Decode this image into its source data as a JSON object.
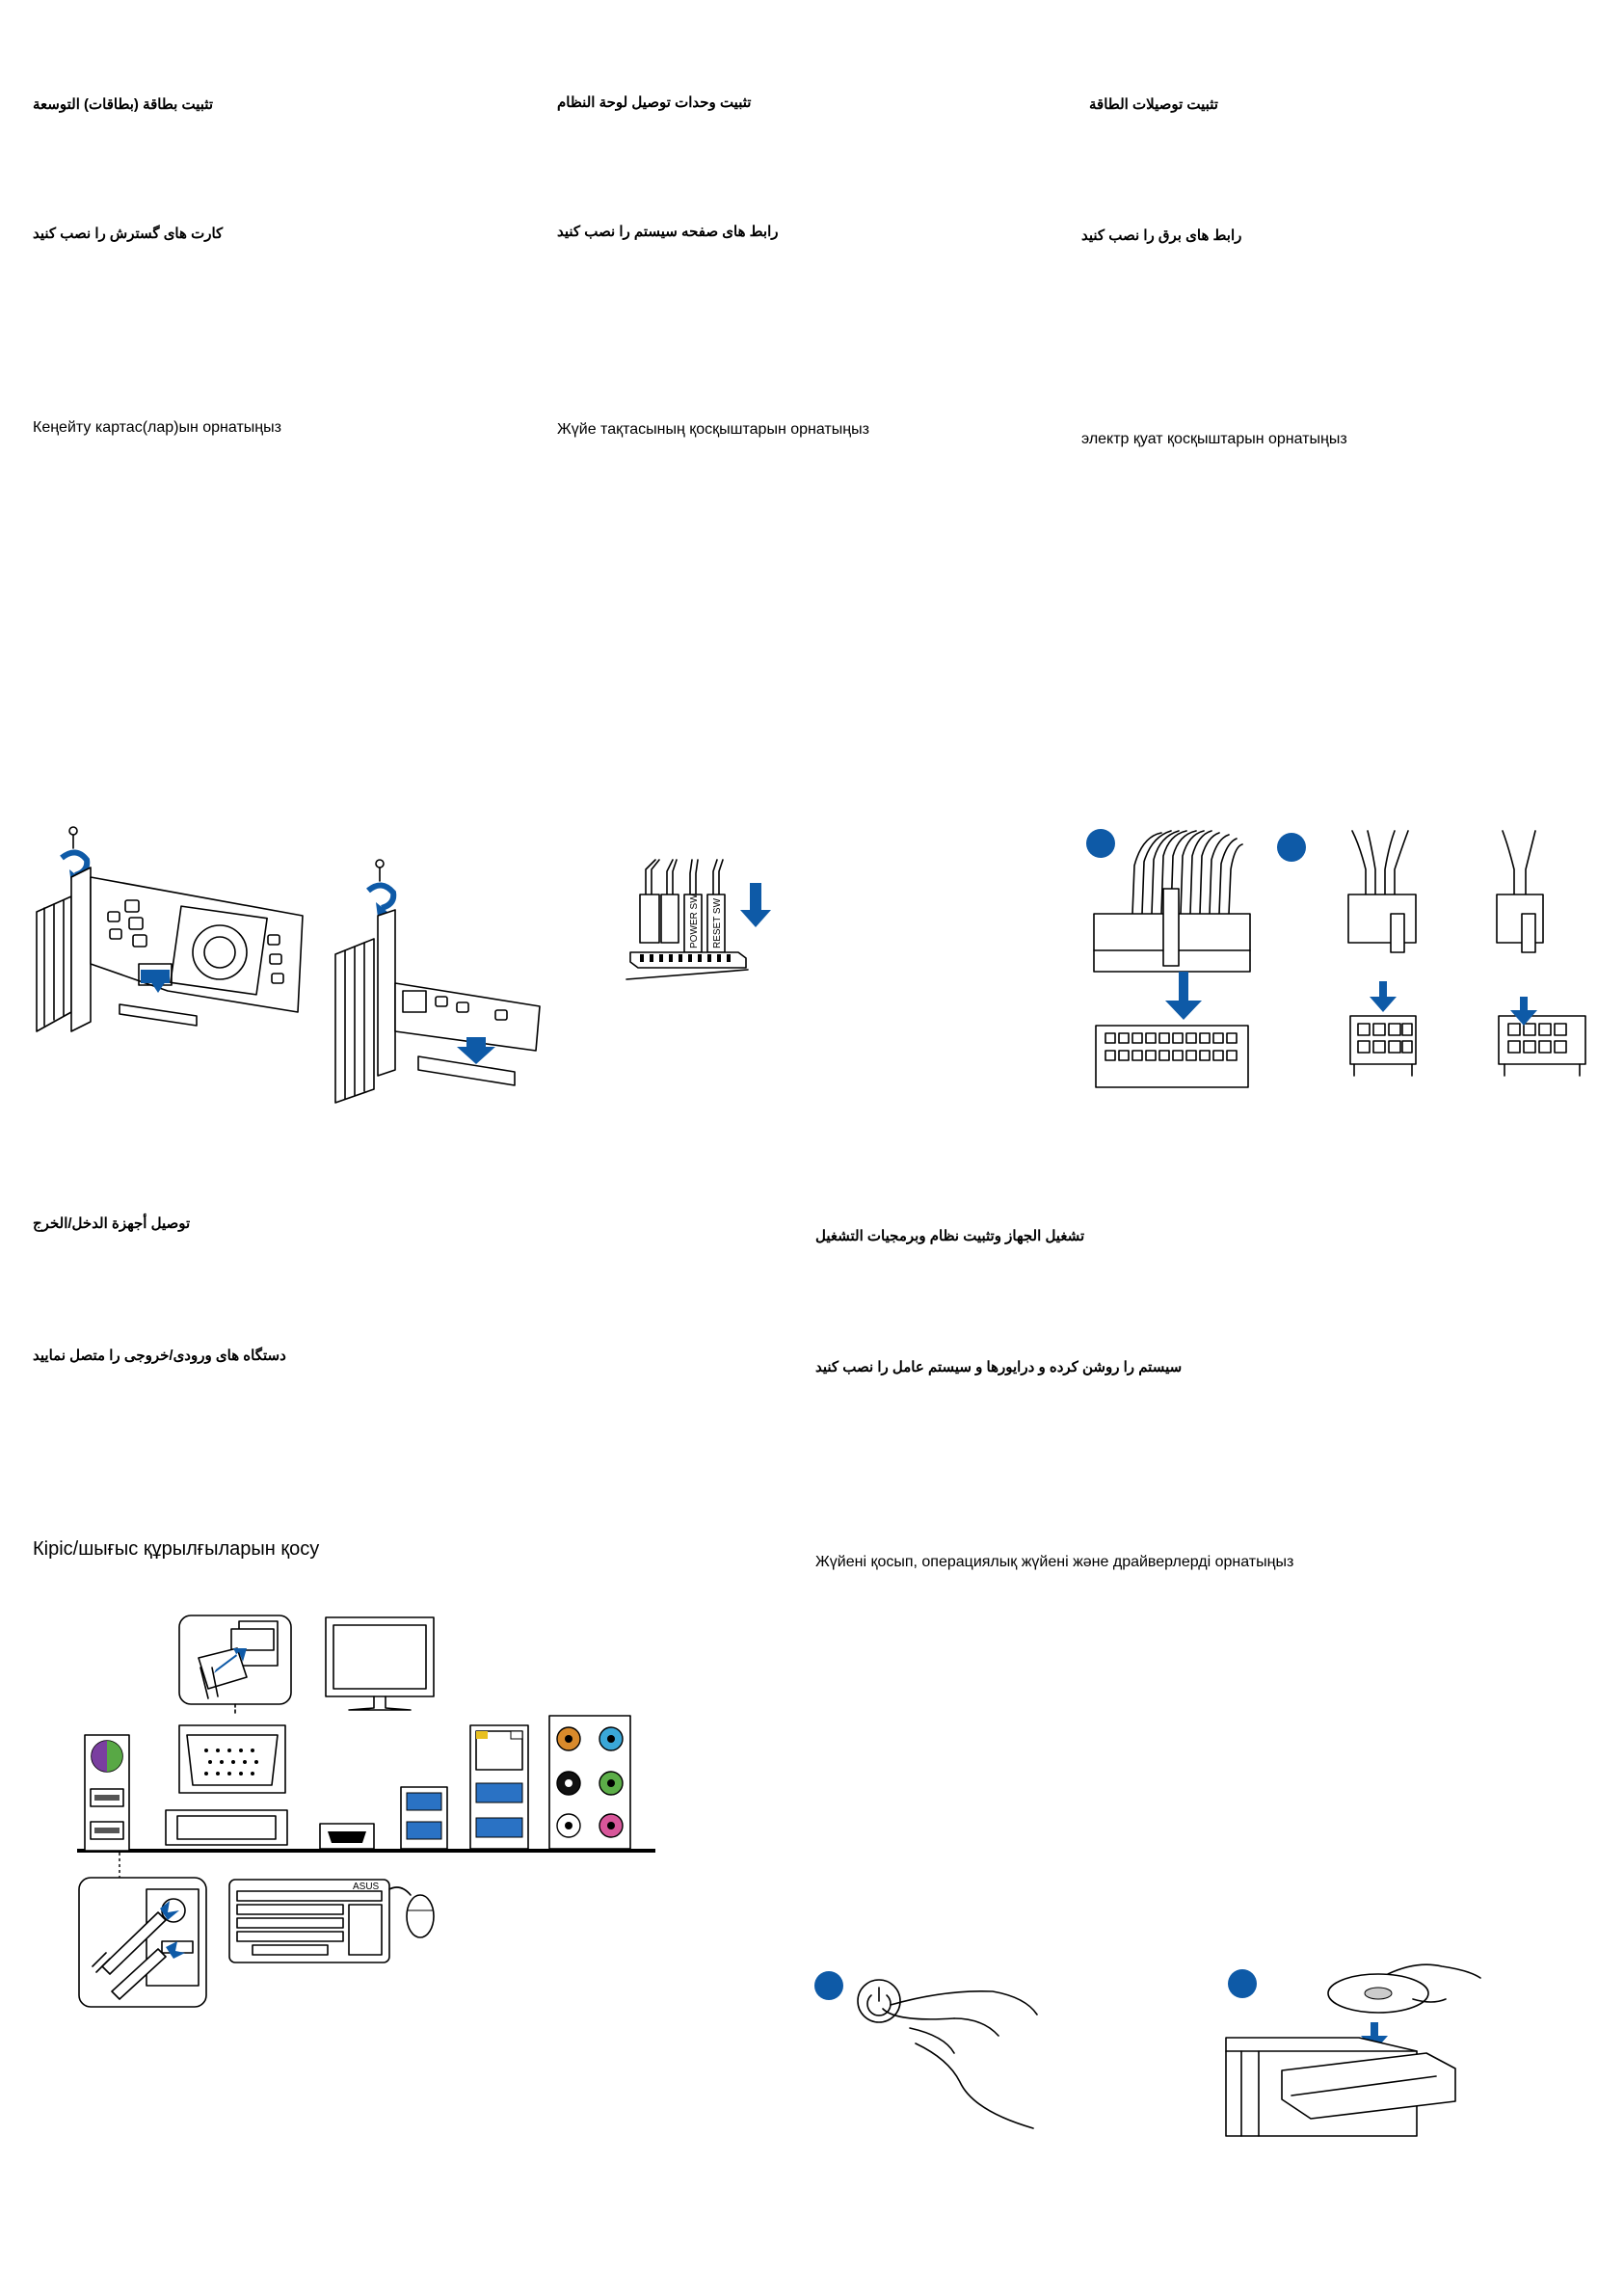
{
  "columns": {
    "expansion": {
      "arabic": "تثبيت بطاقة (بطاقات) التوسعة",
      "persian": "کارت های گسترش را نصب کنید",
      "kazakh": "Кеңейту картас(лар)ын орнатыңыз"
    },
    "panel": {
      "arabic": "تثبيت وحدات توصيل لوحة النظام",
      "persian": "رابط های صفحه سیستم را نصب کنید",
      "kazakh": "Жүйе тақтасының қосқыштарын орнатыңыз",
      "pin_labels": [
        "POWER SW",
        "RESET SW"
      ]
    },
    "power": {
      "arabic": "تثبيت توصيلات الطاقة",
      "persian": "رابط های برق را نصب کنید",
      "kazakh": "электр қуат қосқыштарын орнатыңыз"
    },
    "io": {
      "arabic": "توصيل أجهزة الدخل/الخرج",
      "persian": "دستگاه های ورودی/خروجی را متصل نمایید",
      "kazakh": "Кіріс/шығыс құрылғыларын қосу",
      "brand": "ASUS"
    },
    "boot": {
      "arabic": "تشغيل الجهاز وتثبيت نظام وبرمجيات التشغيل",
      "persian": "سیستم را روشن کرده و درایورها و سیستم عامل را نصب کنید",
      "kazakh": "Жүйені қосып, операциялық жүйені және драйверлерді орнатыңыз"
    }
  },
  "colors": {
    "accent_blue": "#0e5aa7",
    "audio_orange": "#d98a2b",
    "audio_blue": "#3aa7d8",
    "audio_green": "#5cae48",
    "audio_pink": "#d8569a",
    "ps2_purple": "#7a3fa0",
    "ps2_green": "#58a845",
    "lan_yellow": "#e8c020"
  },
  "icons": [
    "screw-icon",
    "rotate-arrow-icon",
    "down-arrow-icon",
    "step-marker-icon",
    "power-button-icon",
    "optical-disc-icon"
  ]
}
